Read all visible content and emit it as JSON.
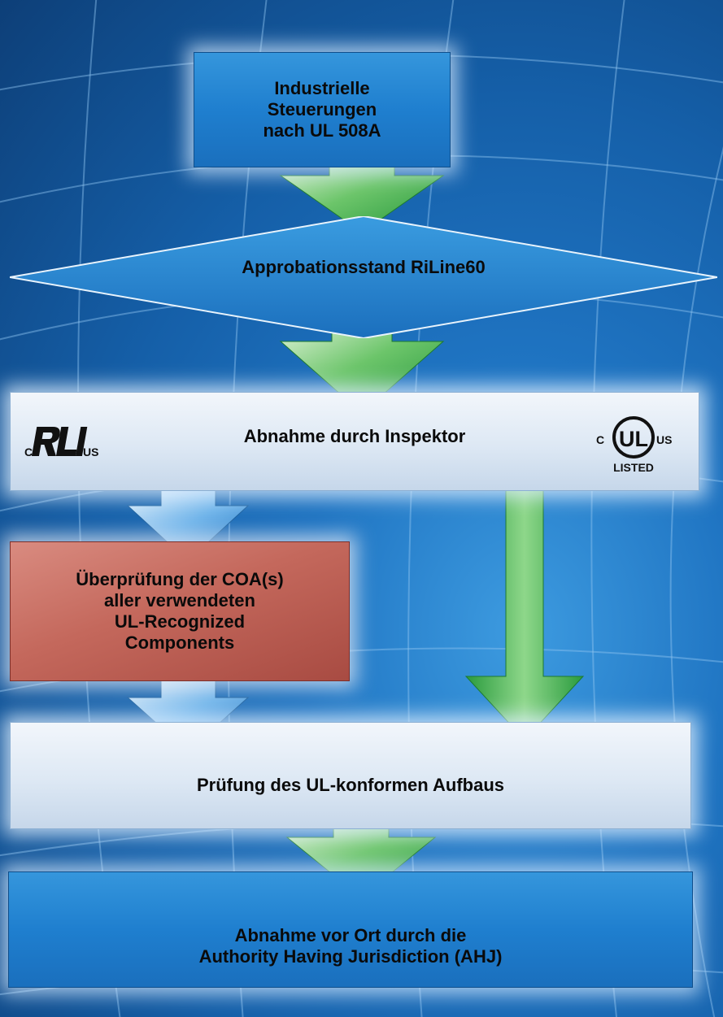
{
  "flowchart": {
    "step1": "Industrielle\nSteuerungen\nnach UL 508A",
    "step2": "Approbationsstand RiLine60",
    "step3": "Abnahme durch Inspektor",
    "step4": "Überprüfung der COA(s)\naller verwendeten\nUL-Recognized\nComponents",
    "step5": "Prüfung des UL-konformen Aufbaus",
    "step6": "Abnahme vor Ort durch die\nAuthority Having Jurisdiction (AHJ)"
  },
  "marks": {
    "recognized": {
      "icon": "ul-recognized-component-mark",
      "left_letter": "C",
      "right_letters": "US"
    },
    "listed": {
      "icon": "ul-listed-mark",
      "left_letter": "C",
      "right_letters": "US",
      "center": "UL",
      "bottom": "LISTED"
    }
  },
  "colors": {
    "background": "#1f74c2",
    "box_blue": "#2a8ad6",
    "box_light": "#e6eef7",
    "box_red": "#c4685c",
    "arrow_green": "#3fae49",
    "arrow_blue": "#3a8fd8"
  }
}
